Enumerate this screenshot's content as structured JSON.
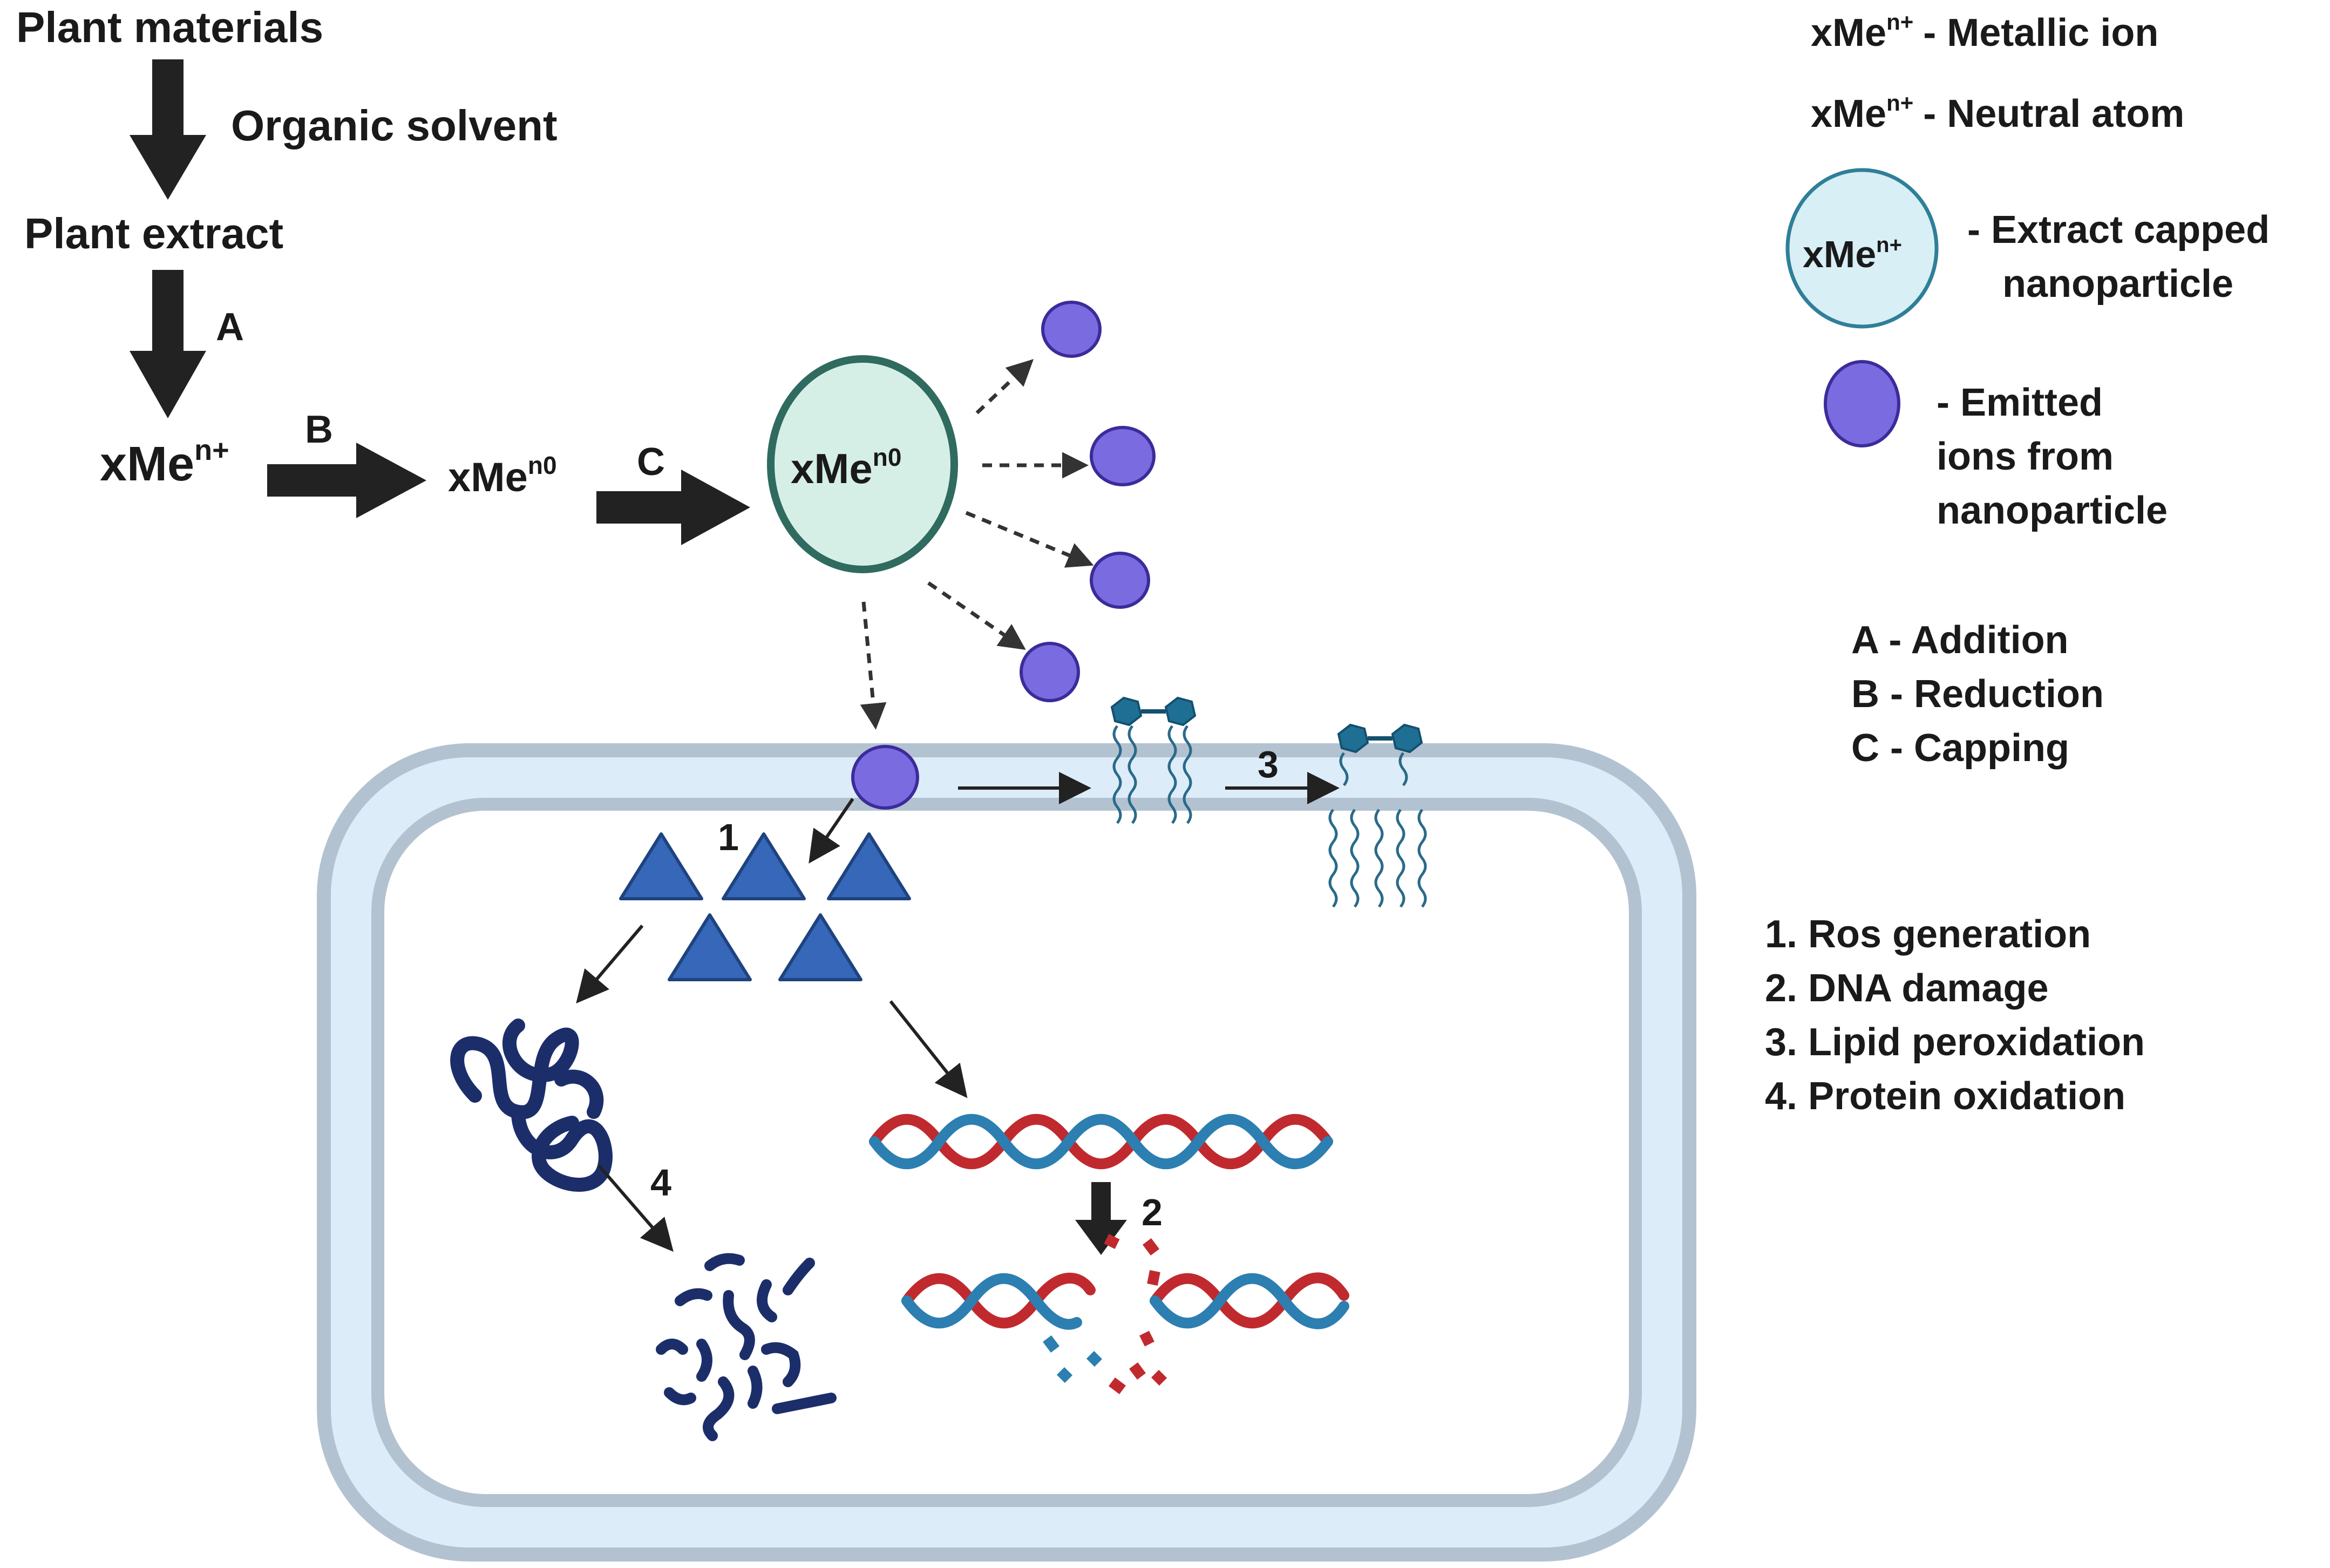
{
  "flow": {
    "plant_materials": "Plant materials",
    "organic_solvent": "Organic solvent",
    "plant_extract": "Plant extract",
    "step_a": "A",
    "step_b": "B",
    "step_c": "C",
    "metal_ion": "xMe",
    "metal_ion_sup": "n+",
    "neutral_atom": "xMe",
    "neutral_atom_sup": "n0",
    "nanoparticle": "xMe",
    "nanoparticle_sup": "n0"
  },
  "cell": {
    "mech_1": "1",
    "mech_2": "2",
    "mech_3": "3",
    "mech_4": "4"
  },
  "legend": {
    "metallic_ion_sym": "xMe",
    "metallic_ion_sup": "n+",
    "metallic_ion_text": "- Metallic ion",
    "neutral_atom_sym": "xMe",
    "neutral_atom_sup": "n+",
    "neutral_atom_text": "- Neutral atom",
    "capped_sym": "xMe",
    "capped_sup": "n+",
    "capped_line1": "- Extract capped",
    "capped_line2": "nanoparticle",
    "emitted_line1": "- Emitted",
    "emitted_line2": "ions from",
    "emitted_line3": "nanoparticle",
    "steps": [
      "A - Addition",
      "B - Reduction",
      "C - Capping"
    ],
    "mechanisms": [
      "1. Ros generation",
      "2. DNA damage",
      "3. Lipid peroxidation",
      "4. Protein oxidation"
    ]
  },
  "colors": {
    "ion_purple": "#7b6be0",
    "np_fill": "#d6efe6",
    "np_stroke": "#2f6b5e",
    "legend_np_fill": "#d8eff6",
    "cell_light": "#dcecf8",
    "cell_membrane": "#b3c2d0",
    "ros_blue": "#3667b8",
    "protein_navy": "#1c2e6a",
    "dna_red": "#c02a2f",
    "dna_blue": "#2c7fb0",
    "lipid_teal": "#1f6f94"
  }
}
